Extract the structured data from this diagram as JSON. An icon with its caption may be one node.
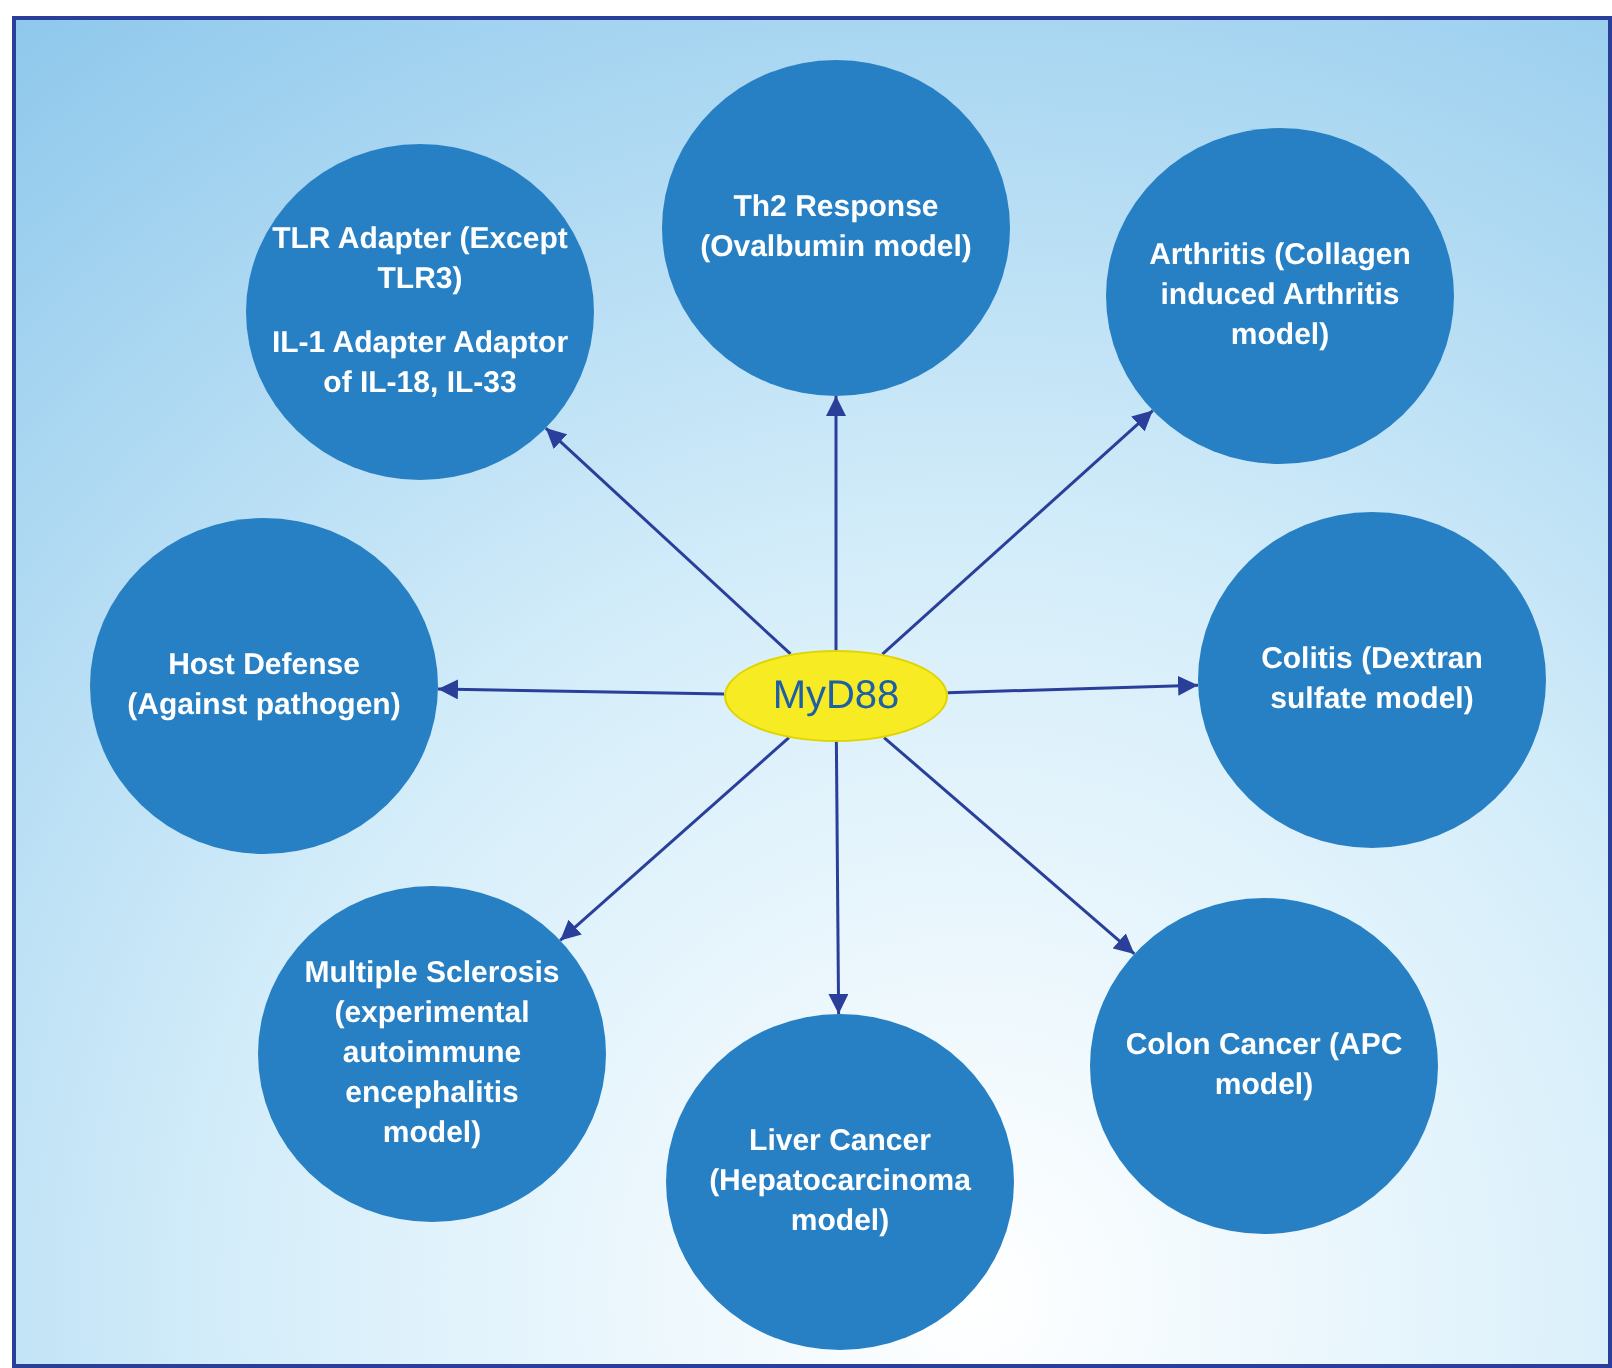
{
  "diagram": {
    "nodes": [
      {
        "text": [
          "TLR Adapter (Except TLR3)",
          "IL-1 Adapter Adaptor of IL-18, IL-33"
        ]
      },
      {
        "text": [
          "Th2 Response (Ovalbumin model)"
        ]
      },
      {
        "text": [
          "Arthritis (Collagen induced Arthritis model)"
        ]
      },
      {
        "text": [
          "Host Defense (Against pathogen)"
        ]
      },
      {
        "text": [
          "MyD88"
        ]
      },
      {
        "text": [
          "Colitis (Dextran sulfate model)"
        ]
      },
      {
        "text": [
          "Multiple Sclerosis (experimental autoimmune encephalitis model)"
        ]
      },
      {
        "text": [
          "Liver Cancer (Hepatocarcinoma model)"
        ]
      },
      {
        "text": [
          "Colon Cancer (APC model)"
        ]
      }
    ],
    "edges": [
      {
        "from": 4,
        "to": 0,
        "arrow": "to"
      },
      {
        "from": 4,
        "to": 1,
        "arrow": "to"
      },
      {
        "from": 4,
        "to": 2,
        "arrow": "to"
      },
      {
        "from": 4,
        "to": 3,
        "arrow": "to"
      },
      {
        "from": 4,
        "to": 5,
        "arrow": "to"
      },
      {
        "from": 4,
        "to": 6,
        "arrow": "to"
      },
      {
        "from": 4,
        "to": 7,
        "arrow": "to"
      },
      {
        "from": 4,
        "to": 8,
        "arrow": "to"
      }
    ]
  }
}
